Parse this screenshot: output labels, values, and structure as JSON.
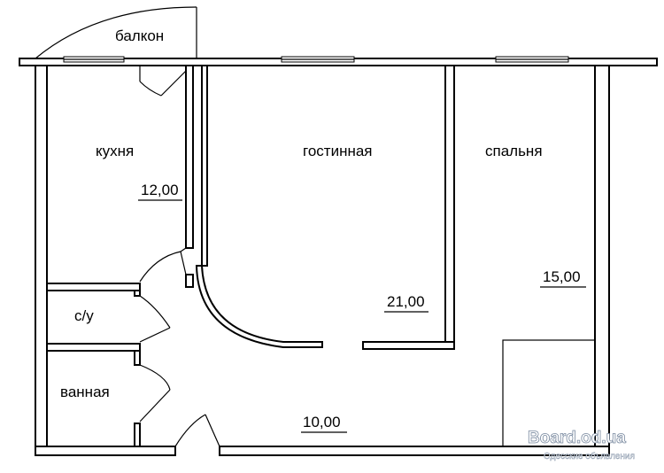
{
  "rooms": {
    "balcony": {
      "name": "балкон"
    },
    "kitchen": {
      "name": "кухня",
      "area": "12,00"
    },
    "living": {
      "name": "гостинная",
      "area": "21,00"
    },
    "bedroom": {
      "name": "спальня",
      "area": "15,00"
    },
    "wc": {
      "name": "с/у"
    },
    "bath": {
      "name": "ванная"
    },
    "hall": {
      "area": "10,00"
    }
  },
  "watermark": {
    "brand": "Board.od.ua",
    "tagline": "Одесские объявления"
  },
  "colors": {
    "background": "#ffffff",
    "lines": "#000000"
  }
}
